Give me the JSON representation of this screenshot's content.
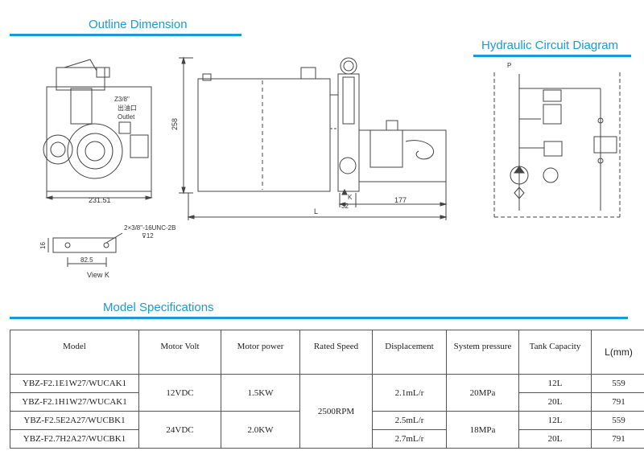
{
  "sections": {
    "outline": "Outline Dimension",
    "circuit": "Hydraulic Circuit Diagram",
    "specs": "Model Specifications"
  },
  "outline_labels": {
    "outlet_thread": "Z3/8\"",
    "outlet_cn": "出油口",
    "outlet_en": "Outlet",
    "width": "231.51",
    "height": "258",
    "k_label": "K",
    "dim_32": "32",
    "dim_177": "177",
    "dim_L": "L",
    "thread_spec": "2×3/8\"-16UNC-2B",
    "thread_depth": "⊽12",
    "dim_16": "16",
    "dim_82_5": "82.5",
    "view_k": "View K"
  },
  "circuit_labels": {
    "p": "P"
  },
  "table": {
    "headers": [
      "Model",
      "Motor Volt",
      "Motor power",
      "Rated Speed",
      "Displacement",
      "System pressure",
      "Tank Capacity",
      "L(mm)"
    ],
    "models": [
      "YBZ-F2.1E1W27/WUCAK1",
      "YBZ-F2.1H1W27/WUCAK1",
      "YBZ-F2.5E2A27/WUCBK1",
      "YBZ-F2.7H2A27/WUCBK1"
    ],
    "volts": [
      "12VDC",
      "24VDC"
    ],
    "powers": [
      "1.5KW",
      "2.0KW"
    ],
    "speed": "2500RPM",
    "displacements": [
      "2.1mL/r",
      "2.5mL/r",
      "2.7mL/r"
    ],
    "pressures": [
      "20MPa",
      "18MPa"
    ],
    "tanks": [
      "12L",
      "20L",
      "12L",
      "20L"
    ],
    "lengths": [
      "559",
      "791",
      "559",
      "791"
    ]
  }
}
